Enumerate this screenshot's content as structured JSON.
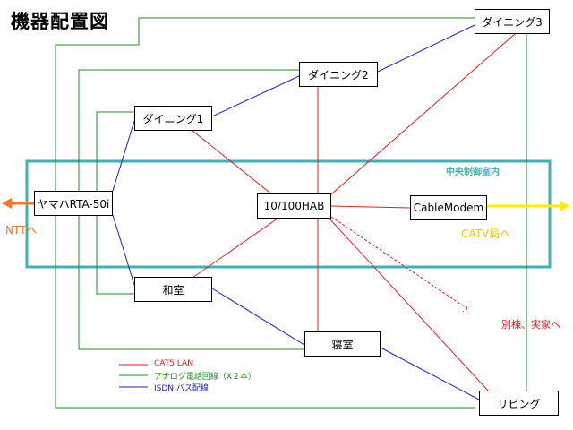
{
  "title": "機器配置図",
  "control_room_label": "中央制御室内",
  "nodes": {
    "dining1": "ダイニング1",
    "dining2": "ダイニング2",
    "dining3": "ダイニング3",
    "router": "ヤマハRTA-50i",
    "hub": "10/100HAB",
    "cablemodem": "CableModem",
    "washitsu": "和室",
    "shinshitsu": "寝室",
    "living": "リビング"
  },
  "external": {
    "ntt": "NTTへ",
    "catv": "CATV局へ",
    "annex": "別棟、実家へ"
  },
  "legend": [
    {
      "label": "CAT5 LAN",
      "color": "#dd2222"
    },
    {
      "label": "アナログ電話回線（X２本）",
      "color": "#228822"
    },
    {
      "label": "ISDN バス配線",
      "color": "#2222bb"
    }
  ],
  "colors": {
    "lan": "#dd2222",
    "phone": "#228822",
    "isdn": "#2222bb",
    "control_room": "#3cb4b4",
    "ntt_arrow": "#ff7722",
    "catv_arrow": "#ffee00"
  }
}
